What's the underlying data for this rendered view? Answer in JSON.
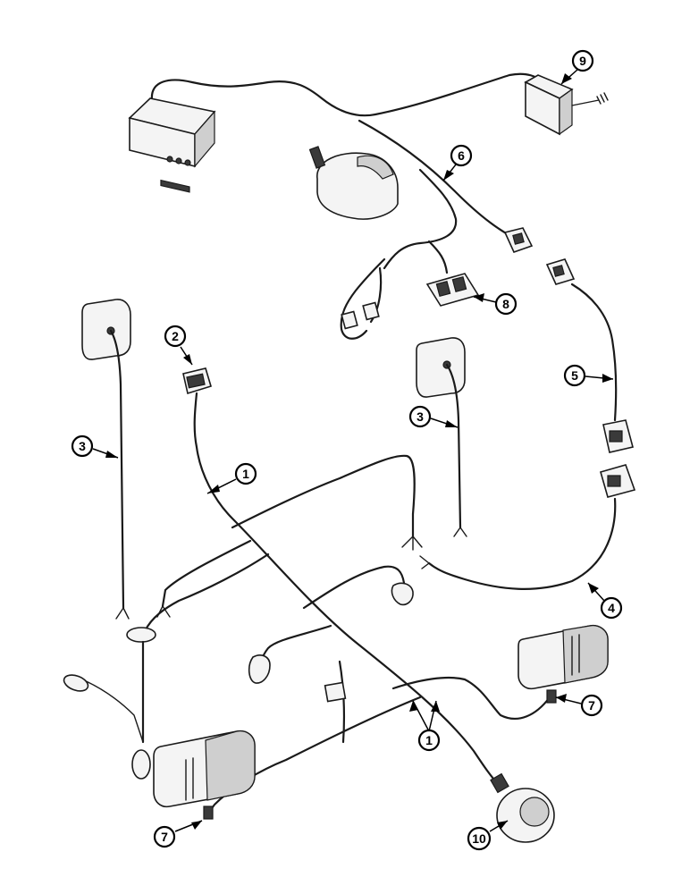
{
  "callouts": {
    "c1a": "1",
    "c1b": "1",
    "c2": "2",
    "c3a": "3",
    "c3b": "3",
    "c4": "4",
    "c5": "5",
    "c6": "6",
    "c7a": "7",
    "c7b": "7",
    "c8": "8",
    "c9": "9",
    "c10": "10"
  }
}
